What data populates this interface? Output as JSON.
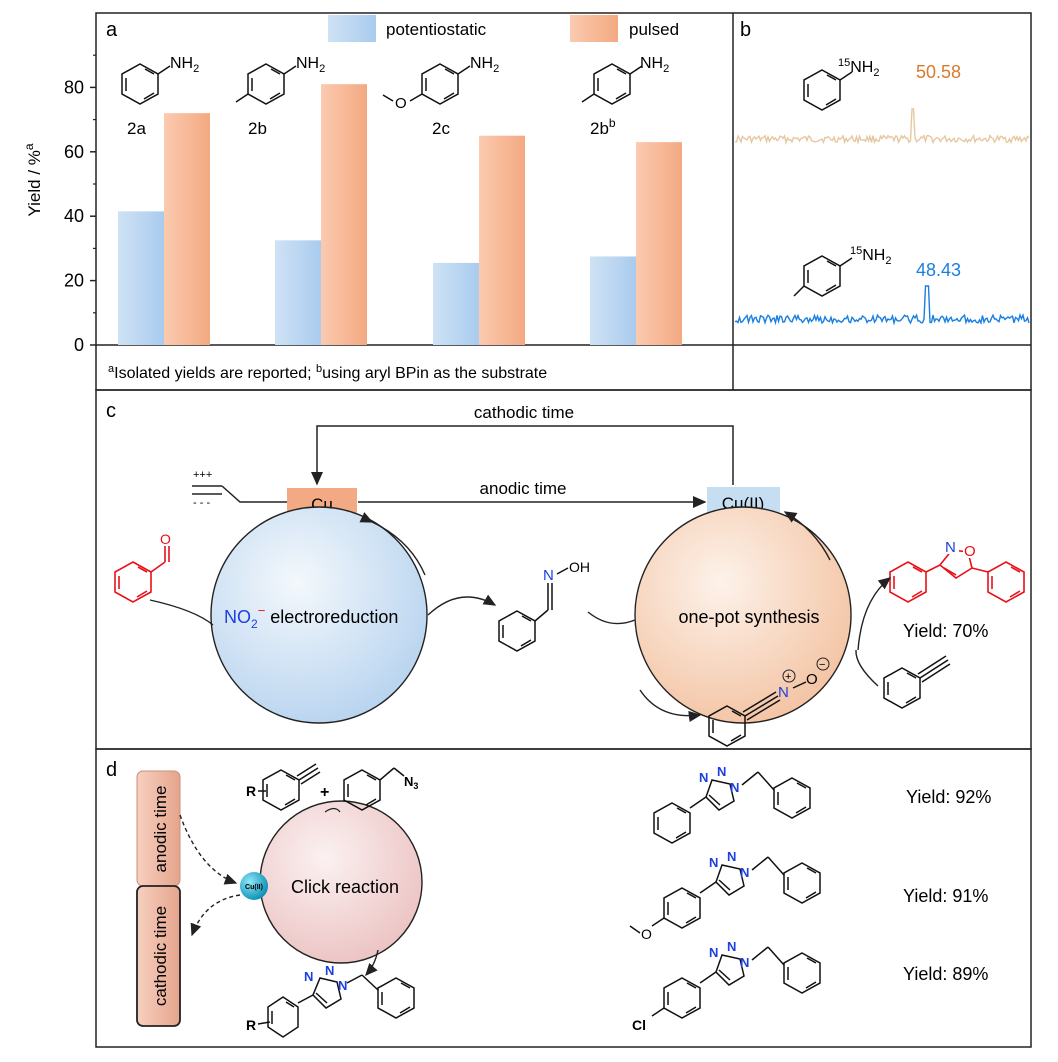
{
  "panel_a": {
    "label": "a",
    "ylabel": "Yield / %",
    "ylabel_sup": "a",
    "legend": [
      "potentiostatic",
      "pulsed"
    ],
    "footnote_sup_a": "a",
    "footnote_a": "Isolated yields are reported; ",
    "footnote_sup_b": "b",
    "footnote_b": "using aryl BPin as the substrate",
    "compound_labels": [
      "2a",
      "2b",
      "2c",
      "2b"
    ],
    "compound_label_sup": "b",
    "nh2": "NH",
    "sub2": "2"
  },
  "chart_data": {
    "type": "bar",
    "categories": [
      "2a",
      "2b",
      "2c",
      "2b^b"
    ],
    "series": [
      {
        "name": "potentiostatic",
        "values": [
          41.5,
          32.5,
          25.5,
          27.5
        ]
      },
      {
        "name": "pulsed",
        "values": [
          72,
          81,
          65,
          63
        ]
      }
    ],
    "ylabel": "Yield / %",
    "ylim": [
      0,
      100
    ],
    "yticks": [
      0,
      20,
      40,
      60,
      80
    ],
    "colors": {
      "potentiostatic": "#bcd6f0",
      "pulsed": "#f6b393"
    }
  },
  "panel_b": {
    "label": "b",
    "label_15": "15",
    "nh2": "NH",
    "sub2": "2",
    "peak1": "50.58",
    "peak2": "48.43",
    "color1": "#d97a2d",
    "color2": "#1a7fe0"
  },
  "panel_c": {
    "label": "c",
    "cathodic": "cathodic time",
    "anodic": "anodic time",
    "cu": "Cu",
    "cu2": "Cu(II)",
    "electro_no": "NO",
    "electro_sub": "2",
    "electro_sup": "−",
    "electro_rest": " electroreduction",
    "onepot": "one-pot synthesis",
    "yield": "Yield: 70%",
    "oh": "OH",
    "n": "N",
    "o": "O",
    "plus": "+",
    "minus": "−",
    "iso_n": "N",
    "iso_o": "O"
  },
  "panel_d": {
    "label": "d",
    "anodic": "anodic time",
    "cathodic": "cathodic time",
    "cu2": "Cu(II)",
    "click": "Click reaction",
    "r": "R",
    "plus": "+",
    "n3": "N",
    "n3_sub": "3",
    "yields": [
      "Yield: 92%",
      "Yield: 91%",
      "Yield: 89%"
    ],
    "cl": "Cl",
    "n": "N"
  }
}
